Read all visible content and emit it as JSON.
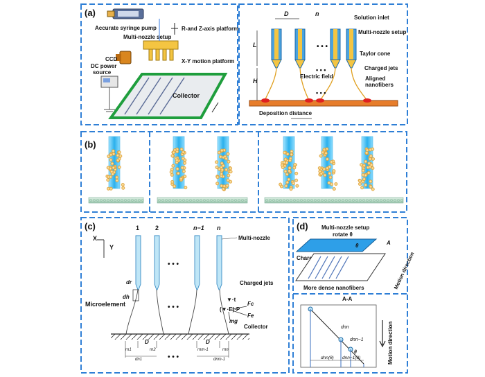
{
  "panel_a": {
    "label": "(a)",
    "syringe_pump": "Accurate syringe pump",
    "platform_rz": "R-and Z-axis platform",
    "multi_nozzle": "Multi-nozzle setup",
    "ccd": "CCD",
    "dc_power": "DC power",
    "source": "source",
    "xy_platform": "X-Y motion platform",
    "collector": "Collector",
    "right": {
      "D": "D",
      "n": "n",
      "solution_inlet": "Solution inlet",
      "multi_nozzle": "Multi-nozzle setup",
      "L": "L",
      "H": "H",
      "taylor_cone": "Taylor cone",
      "electric_field": "Electric field",
      "charged_jets": "Charged jets",
      "aligned": "Aligned",
      "nanofibers": "nanofibers",
      "deposition_distance": "Deposition distance",
      "dots": "• • •"
    }
  },
  "panel_b": {
    "label": "(b)"
  },
  "panel_c": {
    "label": "(c)",
    "x_axis": "X",
    "y_axis": "Y",
    "n1": "1",
    "n2": "2",
    "nm1": "n−1",
    "nn": "n",
    "multi_nozzle": "Multi-nozzle",
    "charged_jets": "Charged jets",
    "collector": "Collector",
    "microelement": "Microelement",
    "dr": "dr",
    "dh": "dh",
    "t": "▼·t",
    "grad": "(▼·E)·P",
    "fc": "Fc",
    "fe": "Fe",
    "mg": "mg",
    "D": "D",
    "r_n1": "rn1",
    "d_n1": "dn1",
    "r_n2": "rn2",
    "r_nm1": "rnm-1",
    "d_nm1": "dnm-1",
    "r_nn": "rnn",
    "dots": "• • •"
  },
  "panel_d": {
    "label": "(d)",
    "title1": "Multi-nozzle setup",
    "title2": "rotate θ",
    "theta": "θ",
    "A": "A",
    "charged_jets": "Charged jets",
    "dense": "More dense nanofibers",
    "motion": "Motion direction",
    "section": "A-A",
    "d_nn": "dnn",
    "d_nnm1": "dnn−1",
    "d_nn_theta": "dnn(θ)",
    "d_nnm1_theta": "dnn−1(θ)",
    "theta2": "θ"
  }
}
